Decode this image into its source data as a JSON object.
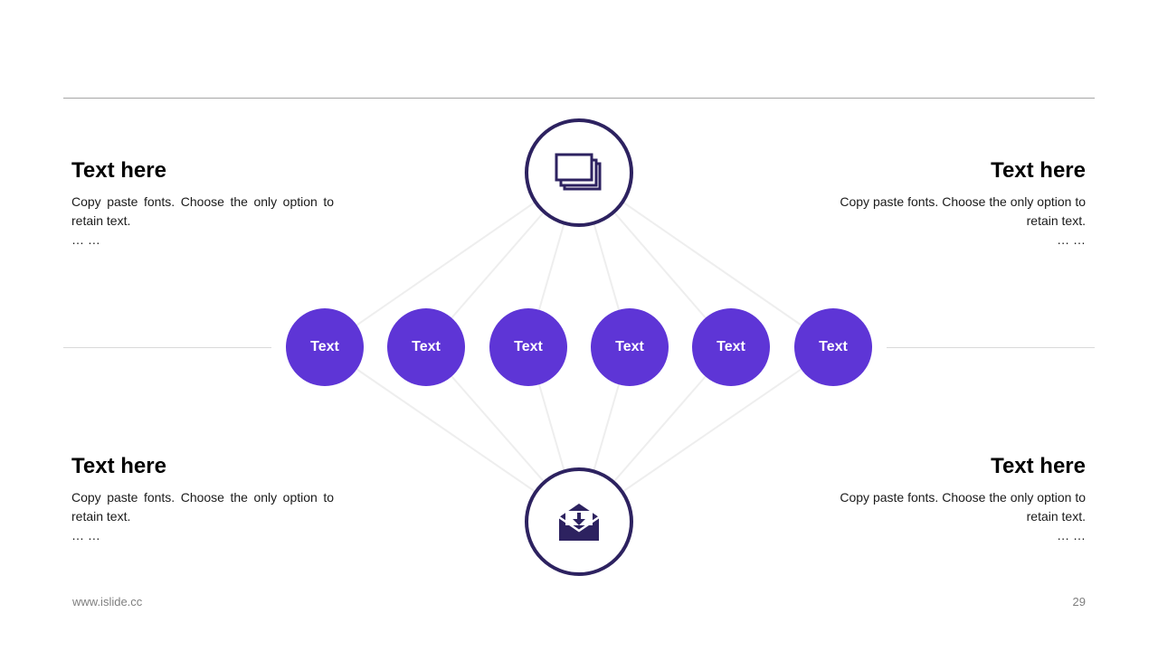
{
  "colors": {
    "accent": "#5e35d6",
    "hub_border": "#2d2260",
    "link": "#eeeeee",
    "rule": "#a6a6a6"
  },
  "hubs": {
    "top_icon": "folders-icon",
    "bottom_icon": "envelope-download-icon"
  },
  "nodes": [
    "Text",
    "Text",
    "Text",
    "Text",
    "Text",
    "Text"
  ],
  "blocks": [
    {
      "title": "Text here",
      "body": "Copy paste fonts. Choose the only option to retain text.",
      "ellipsis": "… …"
    },
    {
      "title": "Text here",
      "body": "Copy paste fonts. Choose the only option to retain text.",
      "ellipsis": "… …"
    },
    {
      "title": "Text here",
      "body": "Copy paste fonts. Choose the only option to retain text.",
      "ellipsis": "… …"
    },
    {
      "title": "Text here",
      "body": "Copy paste fonts. Choose the only option to retain text.",
      "ellipsis": "… …"
    }
  ],
  "footer": {
    "site": "www.islide.cc",
    "page": "29"
  }
}
